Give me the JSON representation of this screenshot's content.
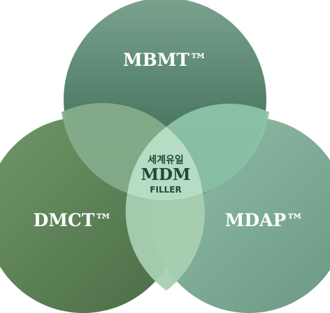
{
  "circles": {
    "top": {
      "label": "MBMT™"
    },
    "left": {
      "label": "DMCT™"
    },
    "right": {
      "label": "MDAP™"
    }
  },
  "center": {
    "brand": "세계유일",
    "title": "MDM",
    "subtitle": "FILLER"
  },
  "colors": {
    "top_light": "#7aa38e",
    "top_dark": "#2f5e4a",
    "left_light": "#6e9468",
    "left_dark": "#4d7048",
    "right_light": "#8fbca6",
    "right_dark": "#6f9e87",
    "center_text": "#1f4a37"
  }
}
